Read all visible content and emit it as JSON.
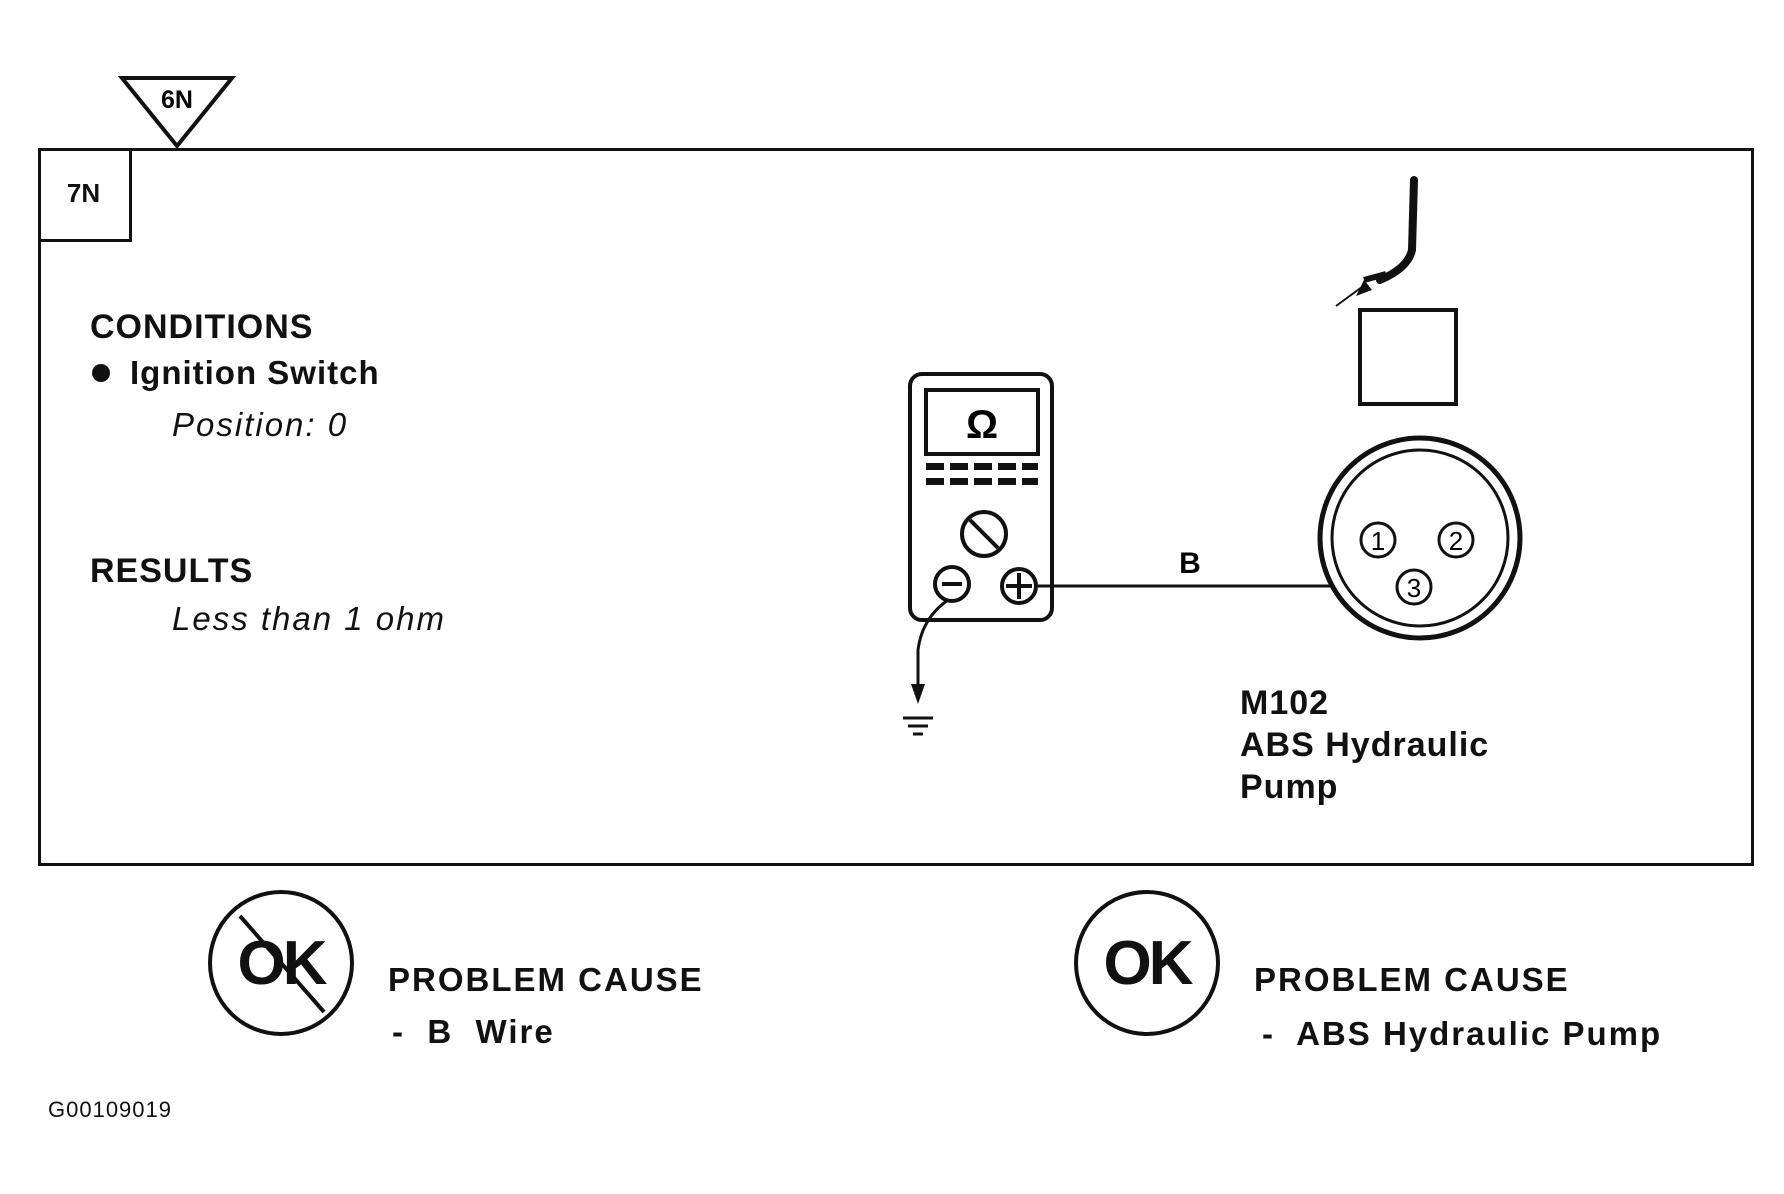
{
  "step": {
    "previous": "6N",
    "current": "7N"
  },
  "conditions": {
    "heading": "CONDITIONS",
    "item": "Ignition Switch",
    "detail": "Position: 0"
  },
  "results": {
    "heading": "RESULTS",
    "value": "Less than 1 ohm"
  },
  "meter": {
    "symbol": "Ω"
  },
  "wire": {
    "label": "B"
  },
  "connector": {
    "pins": [
      "1",
      "2",
      "3"
    ],
    "id": "M102",
    "name_line1": "ABS Hydraulic",
    "name_line2": "Pump"
  },
  "outcome_not_ok": {
    "badge": "OK",
    "heading": "PROBLEM CAUSE",
    "item": "-  B  Wire"
  },
  "outcome_ok": {
    "badge": "OK",
    "heading": "PROBLEM CAUSE",
    "item": "-  ABS Hydraulic Pump"
  },
  "figure_id": "G00109019"
}
